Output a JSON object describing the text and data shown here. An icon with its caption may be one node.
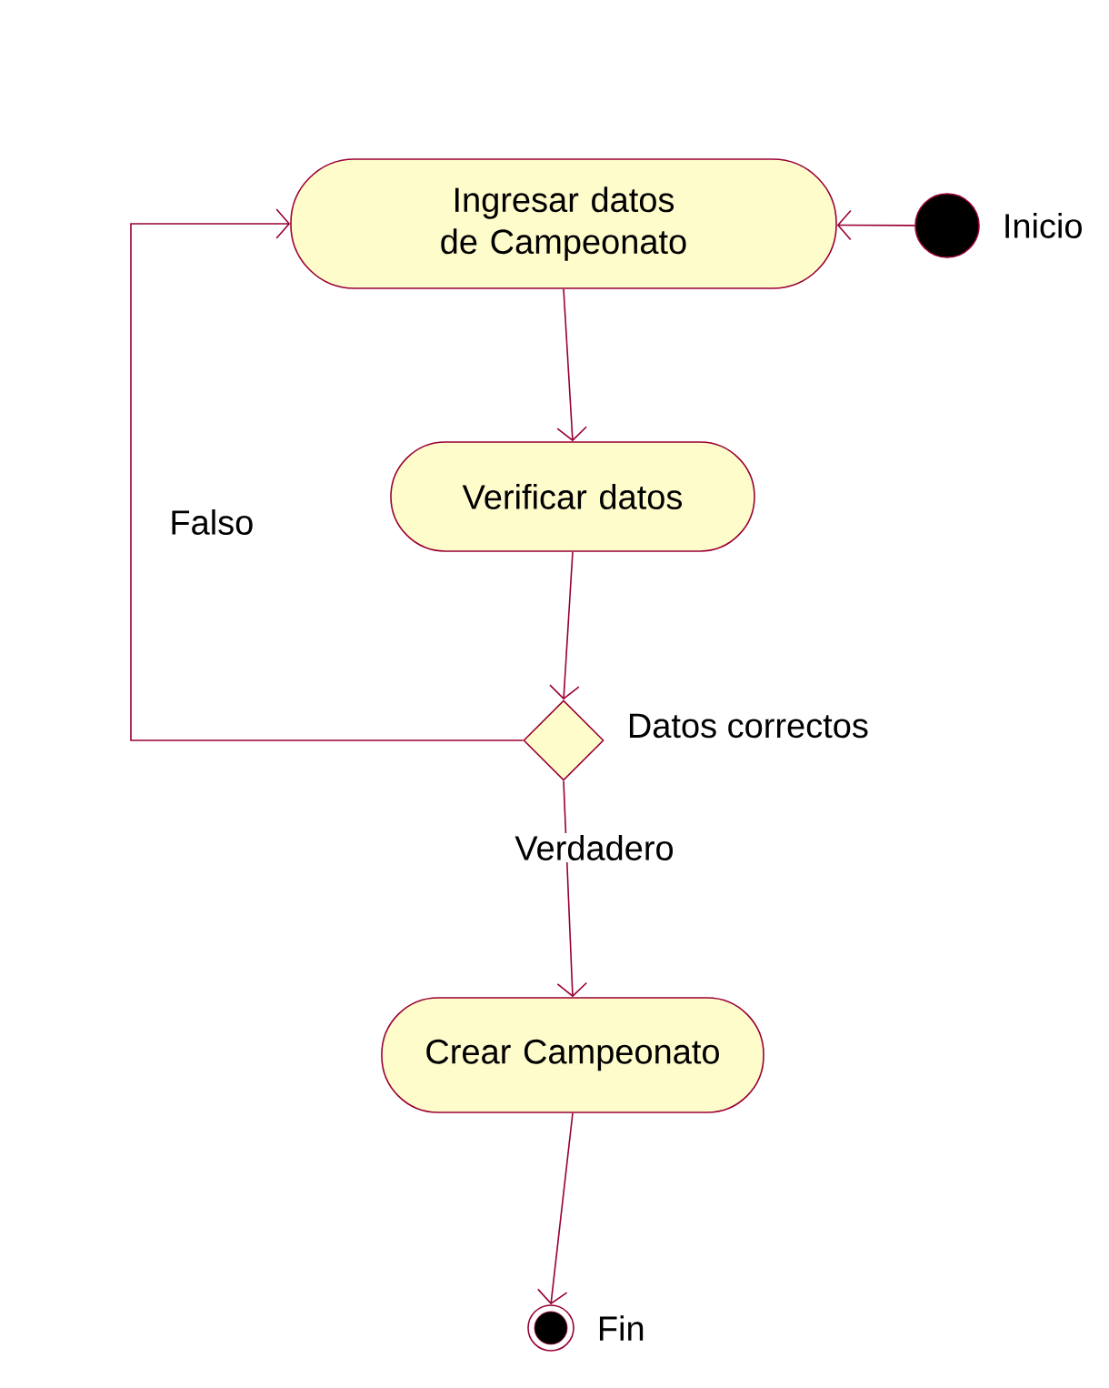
{
  "diagram": {
    "nodes": [
      {
        "text": [
          "Ingresar datos de Campeonato"
        ]
      },
      {
        "text": [],
        "shape": "circle",
        "beside": [
          "Inicio"
        ]
      },
      {
        "text": [
          "Verificar datos"
        ]
      },
      {
        "text": [],
        "shape": "diamond",
        "beside": [
          "Datos correctos"
        ]
      },
      {
        "text": [
          "Crear Campeonato"
        ]
      },
      {
        "text": [],
        "shape": "circle",
        "beside": [
          "Fin"
        ]
      }
    ],
    "edges": [
      {
        "from": 1,
        "to": 0,
        "arrow": "to"
      },
      {
        "from": 0,
        "to": 2,
        "arrow": "to"
      },
      {
        "from": 2,
        "to": 3,
        "arrow": "to"
      },
      {
        "from": 3,
        "to": 4,
        "arrow": "to",
        "label": "Verdadero"
      },
      {
        "from": 3,
        "to": 0,
        "arrow": "to",
        "label": "Falso"
      },
      {
        "from": 4,
        "to": 5,
        "arrow": "to"
      }
    ]
  }
}
